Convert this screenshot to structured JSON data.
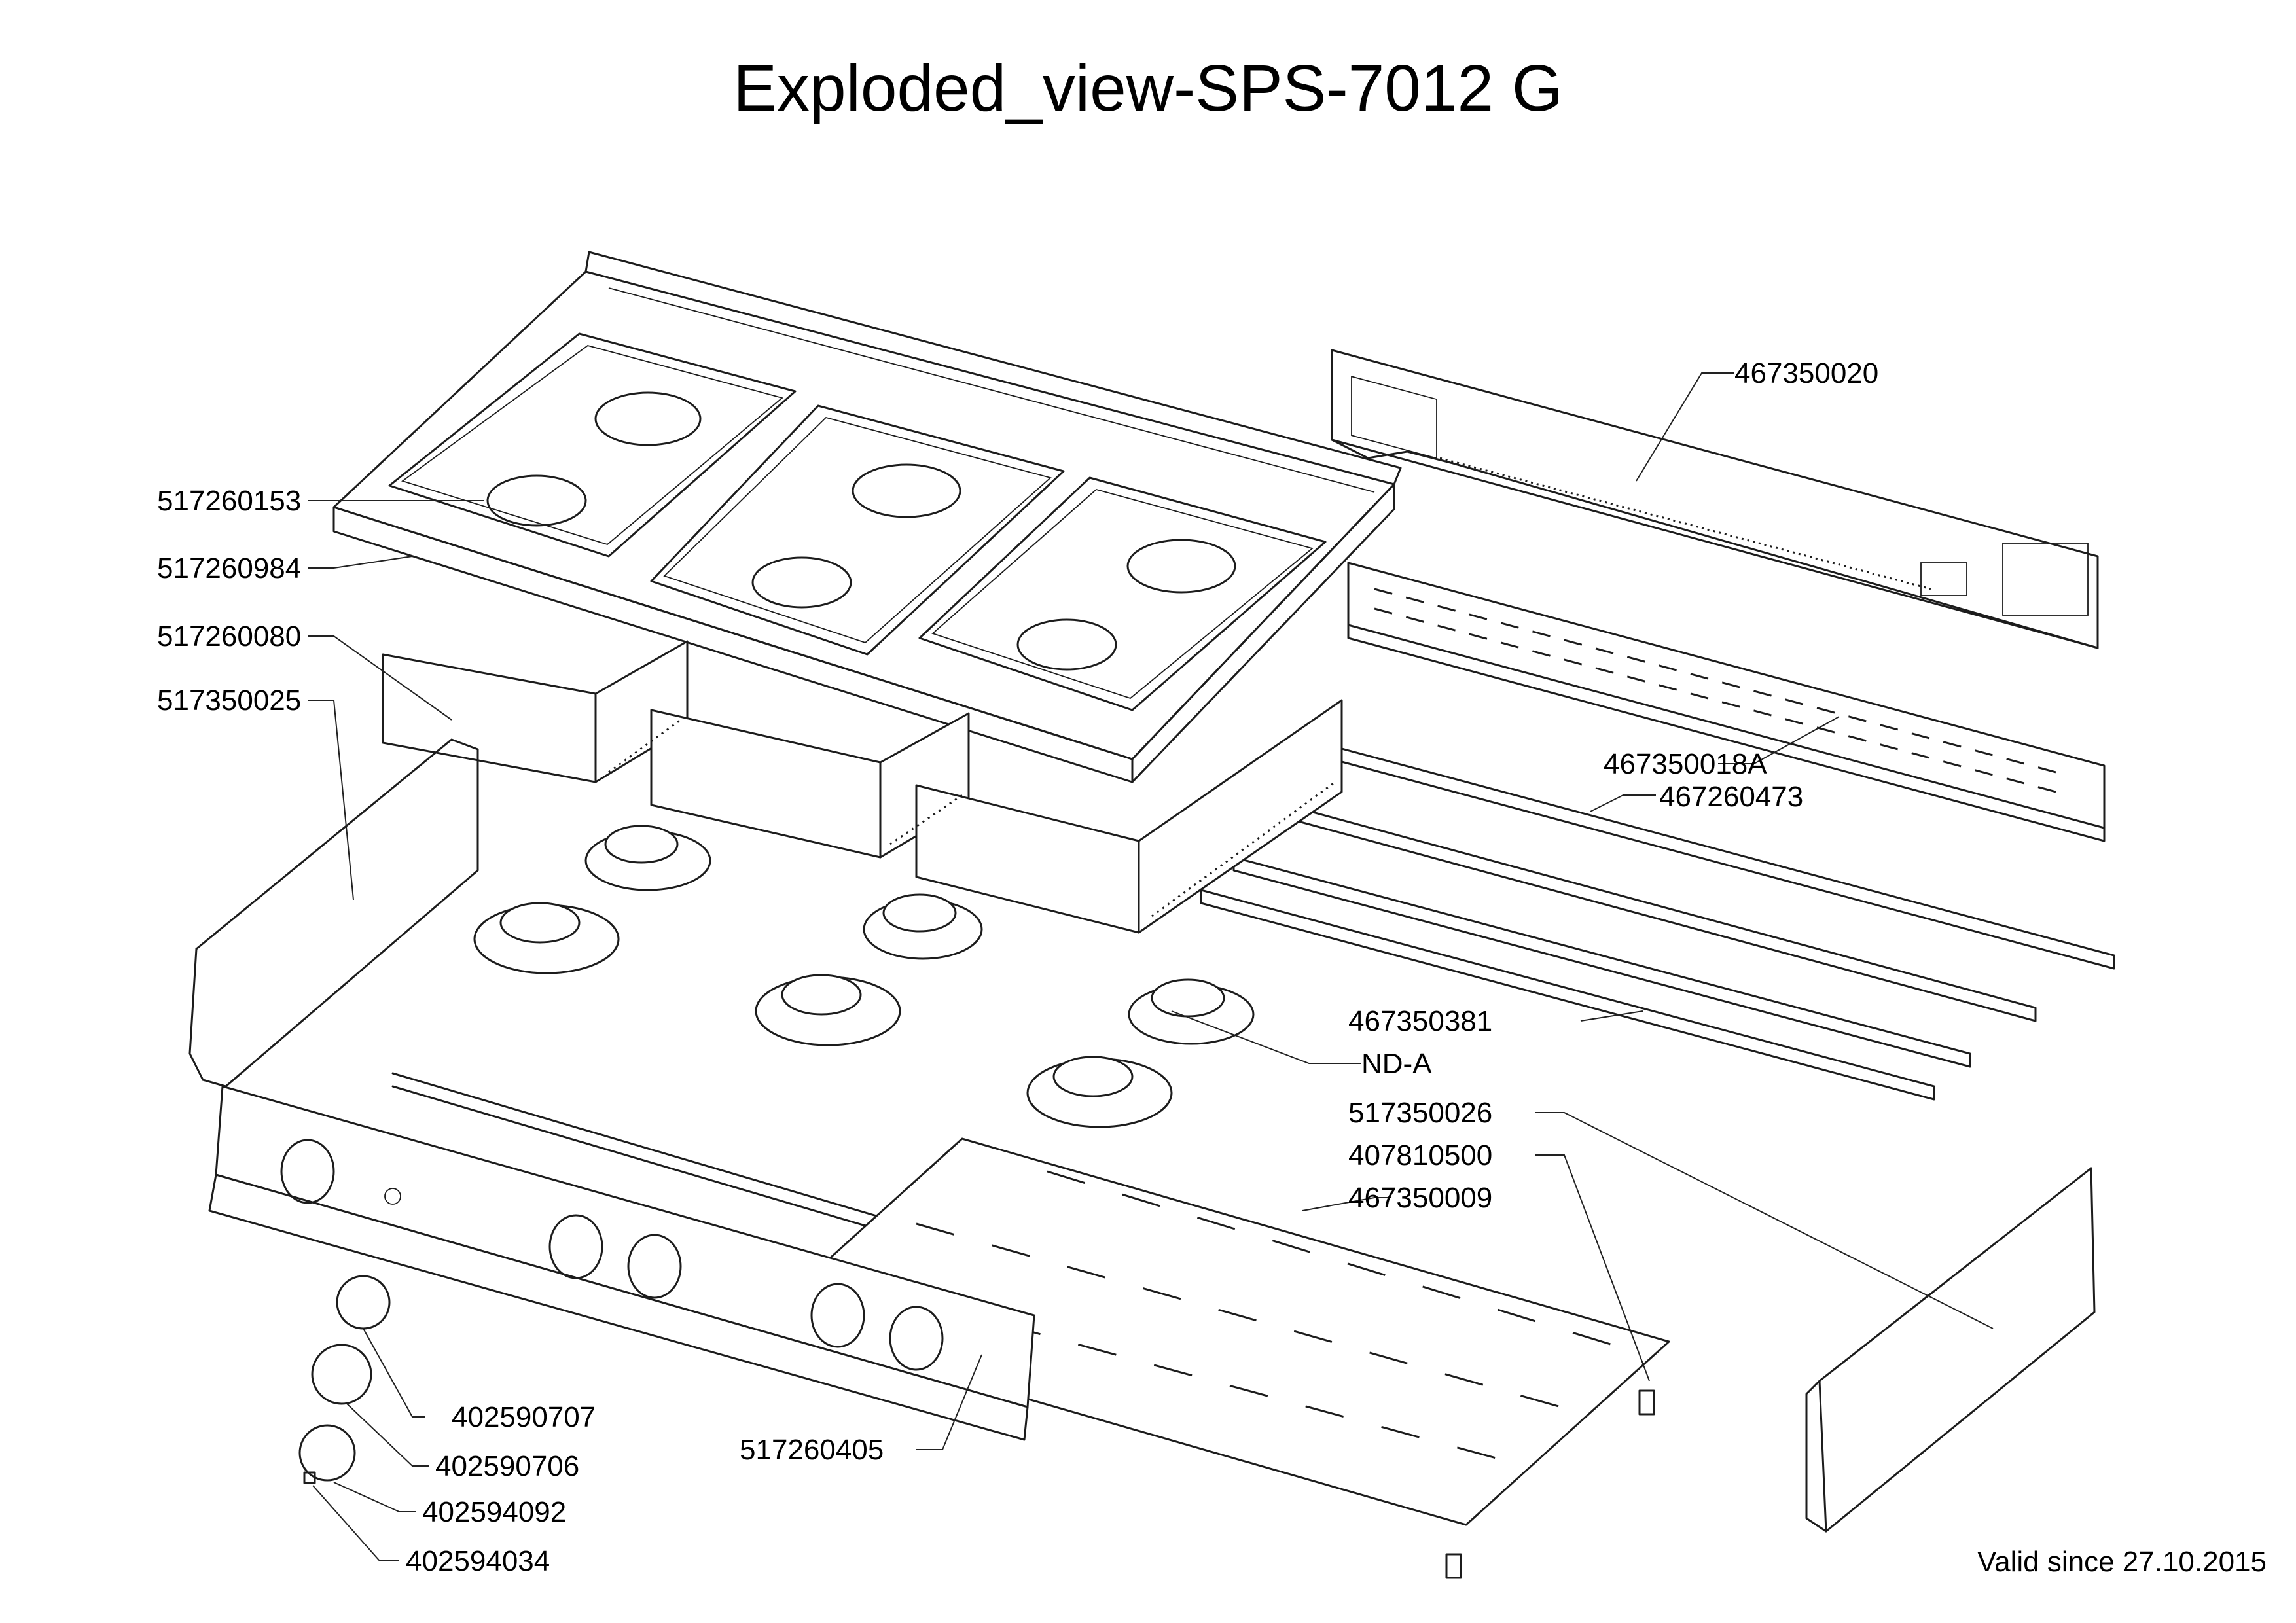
{
  "title": "Exploded_view-SPS-7012 G",
  "footer": "Valid since 27.10.2015",
  "callouts": {
    "c01": "517260153",
    "c02": "517260984",
    "c03": "517260080",
    "c04": "517350025",
    "c05": "467350020",
    "c06": "467350018A",
    "c07": "467260473",
    "c08": "467350381",
    "c09": "ND-A",
    "c10": "517350026",
    "c11": "407810500",
    "c12": "467350009",
    "c13": "402590707",
    "c14": "402590706",
    "c15": "402594092",
    "c16": "402594034",
    "c17": "517260405"
  }
}
